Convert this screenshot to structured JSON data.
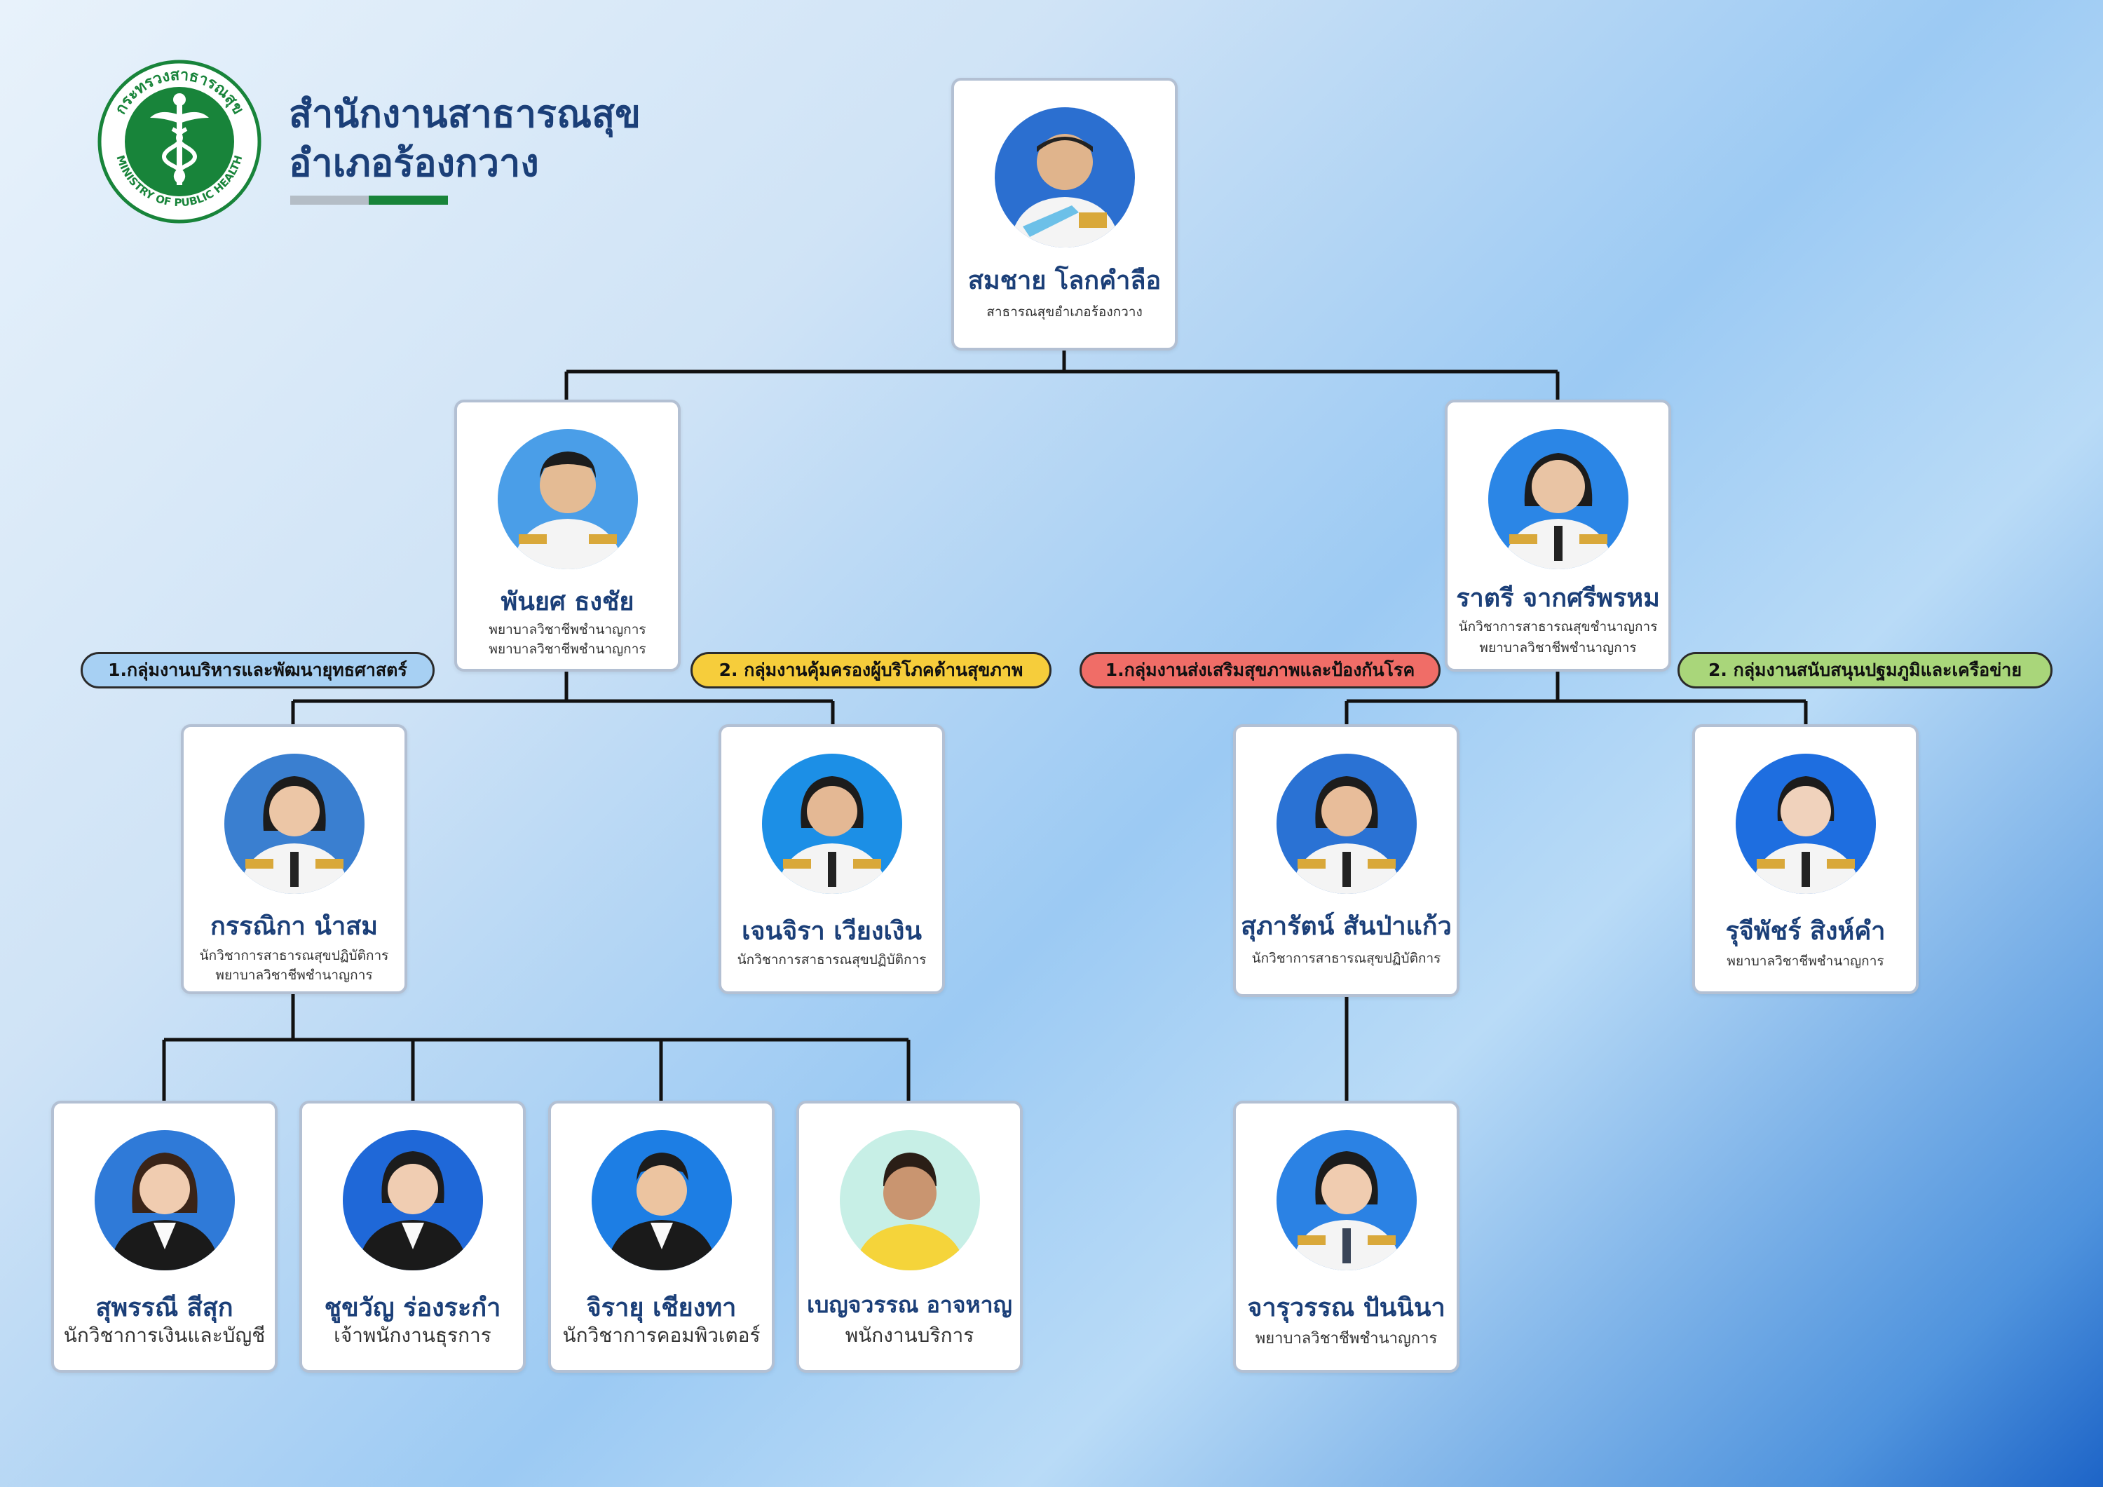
{
  "header": {
    "logo_text_top": "กระทรวงสาธารณสุข",
    "logo_text_bottom": "MINISTRY OF PUBLIC HEALTH",
    "title_line1": "สำนักงานสาธารณสุข",
    "title_line2": "อำเภอร้องกวาง"
  },
  "colors": {
    "title_blue": "#1b3f78",
    "logo_green": "#18843a",
    "group_blue": "#a7d0f3",
    "group_yellow": "#f6cd3b",
    "group_red": "#f06d67",
    "group_green": "#a9d67a"
  },
  "head": {
    "name": "สมชาย โลกคำลือ",
    "position": "สาธารณสุขอำเภอร้องกวาง"
  },
  "deputies": [
    {
      "name": "พันยศ ธงชัย",
      "position1": "พยาบาลวิชาชีพชำนาญการ",
      "position2": "พยาบาลวิชาชีพชำนาญการ"
    },
    {
      "name": "ราตรี จากศรีพรหม",
      "position1": "นักวิชาการสาธารณสุขชำนาญการ",
      "position2": "พยาบาลวิชาชีพชำนาญการ"
    }
  ],
  "groups": [
    {
      "label": "1.กลุ่มงานบริหารและพัฒนายุทธศาสตร์"
    },
    {
      "label": "2. กลุ่มงานคุ้มครองผู้บริโภคด้านสุขภาพ"
    },
    {
      "label": "1.กลุ่มงานส่งเสริมสุขภาพและป้องกันโรค"
    },
    {
      "label": "2. กลุ่มงานสนับสนุนปฐมภูมิและเครือข่าย"
    }
  ],
  "leads": [
    {
      "name": "กรรณิกา นำสม",
      "position1": "นักวิชาการสาธารณสุขปฏิบัติการ",
      "position2": "พยาบาลวิชาชีพชำนาญการ"
    },
    {
      "name": "เจนจิรา เวียงเงิน",
      "position1": "นักวิชาการสาธารณสุขปฏิบัติการ",
      "position2": ""
    },
    {
      "name": "สุภารัตน์ สันป่าแก้ว",
      "position1": "นักวิชาการสาธารณสุขปฏิบัติการ",
      "position2": ""
    },
    {
      "name": "รุจีพัชร์ สิงห์คำ",
      "position1": "พยาบาลวิชาชีพชำนาญการ",
      "position2": ""
    }
  ],
  "staff": [
    {
      "name": "สุพรรณี สีสุก",
      "position": "นักวิชาการเงินและบัญชี"
    },
    {
      "name": "ชูขวัญ ร่องระกำ",
      "position": "เจ้าพนักงานธุรการ"
    },
    {
      "name": "จิรายุ เชียงทา",
      "position": "นักวิชาการคอมพิวเตอร์"
    },
    {
      "name": "เบญจวรรณ อาจหาญ",
      "position": "พนักงานบริการ"
    },
    {
      "name": "จารุวรรณ ปันนินา",
      "position": "พยาบาลวิชาชีพชำนาญการ"
    }
  ]
}
